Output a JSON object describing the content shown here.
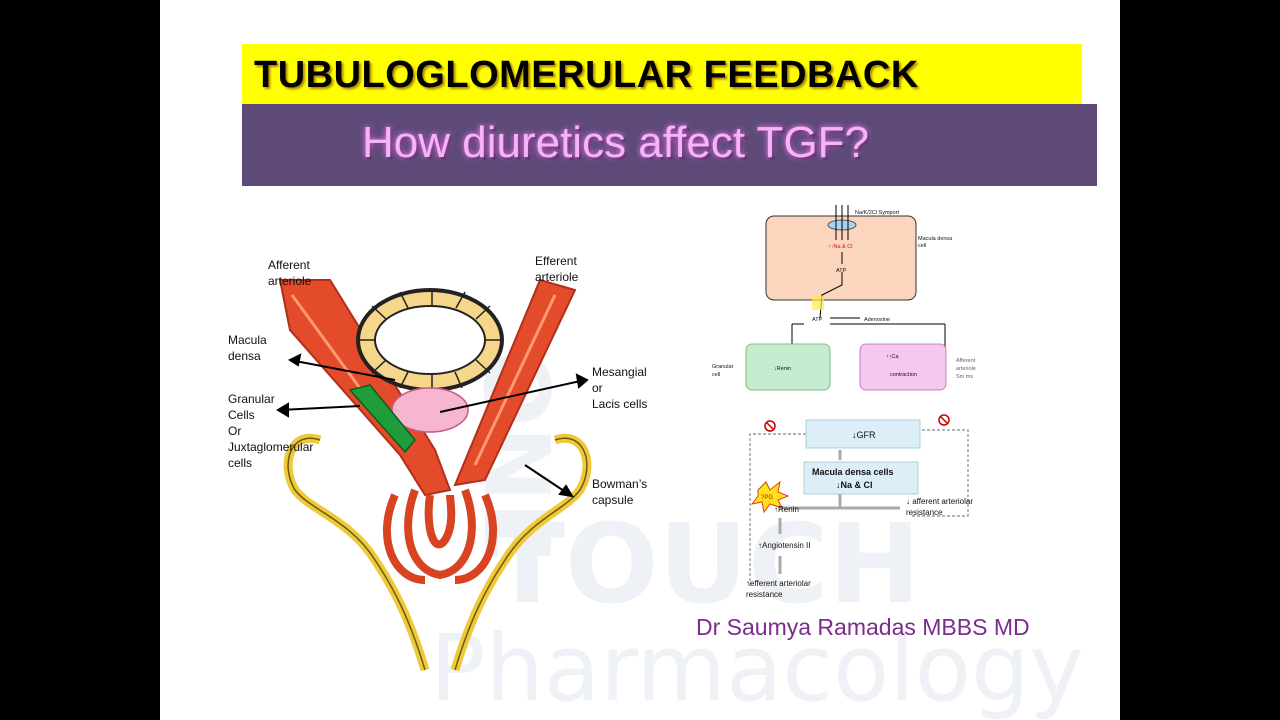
{
  "title": "TUBULOGLOMERULAR FEEDBACK",
  "subtitle": "How diuretics affect TGF?",
  "author": "Dr Saumya Ramadas MBBS MD",
  "watermark": {
    "line1": "ONE",
    "line2": "TOUCH",
    "line3": "Pharmacology"
  },
  "left_diagram": {
    "afferent_label": [
      "Afferent",
      "arteriole"
    ],
    "efferent_label": [
      "Efferent",
      "arteriole"
    ],
    "macula_label": [
      "Macula",
      "densa"
    ],
    "granular_label": [
      "Granular",
      "Cells",
      "Or",
      "Juxtaglomerular",
      "cells"
    ],
    "mesangial_label": [
      "Mesangial",
      "or",
      "Lacis cells"
    ],
    "bowman_label": [
      "Bowman’s",
      "capsule"
    ]
  },
  "top_right": {
    "symport": "Na/K/2Cl Symport",
    "macula_cell": [
      "Macula densa",
      "cell"
    ],
    "na_cl": "↑↑Na & Cl",
    "atp_top": "ATP",
    "atp": "ATP",
    "adenosine": "Adenosine",
    "granular_cell": [
      "Granular",
      "cell"
    ],
    "renin_box": "↓Renin",
    "ca_box": "↑↑Ca",
    "contraction": "contraction",
    "afferent_side": [
      "Afferent",
      "arteriole",
      "Sm ms"
    ]
  },
  "flow": {
    "gfr": "↓GFR",
    "macula": [
      "Macula densa cells",
      "↓Na & Cl"
    ],
    "pg": "?PG",
    "renin": "↑Renin",
    "angiotensin": "↑Angiotensin II",
    "efferent": [
      "↑efferent arteriolar",
      "resistance"
    ],
    "afferent": [
      "↓ afferent arteriolar",
      "resistance"
    ]
  },
  "colors": {
    "title_bg": "#ffff00",
    "subtitle_bg": "#5e4a78",
    "subtitle_text": "#f5b4f5",
    "author": "#7a2d8c",
    "cell_fill": "#fbd5bd",
    "renin_box": "#c6ecd0",
    "ca_box": "#f4c8f0",
    "flow_box": "#dceef8"
  }
}
